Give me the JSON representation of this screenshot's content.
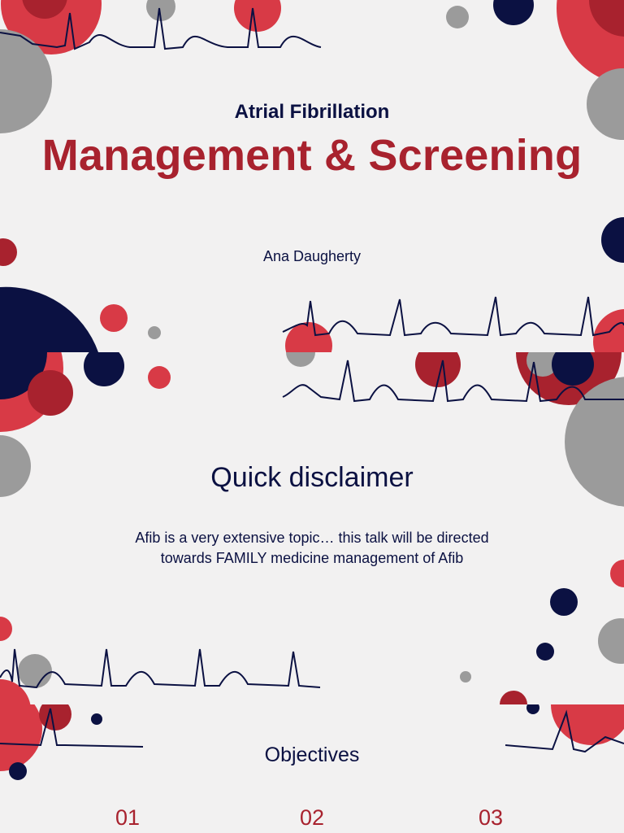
{
  "colors": {
    "background": "#f2f1f1",
    "red": "#d83a46",
    "dark_red": "#a8222e",
    "navy": "#0b1142",
    "gray": "#9b9b9b"
  },
  "slide1": {
    "subtitle": "Atrial Fibrillation",
    "title": "Management & Screening",
    "author": "Ana Daugherty"
  },
  "slide2": {
    "heading": "Quick disclaimer",
    "body_line1": "Afib is a very extensive topic… this talk will be directed",
    "body_line2": "towards FAMILY medicine management of Afib"
  },
  "slide3": {
    "heading": "Objectives",
    "items": [
      {
        "number": "01"
      },
      {
        "number": "02"
      },
      {
        "number": "03"
      }
    ]
  }
}
